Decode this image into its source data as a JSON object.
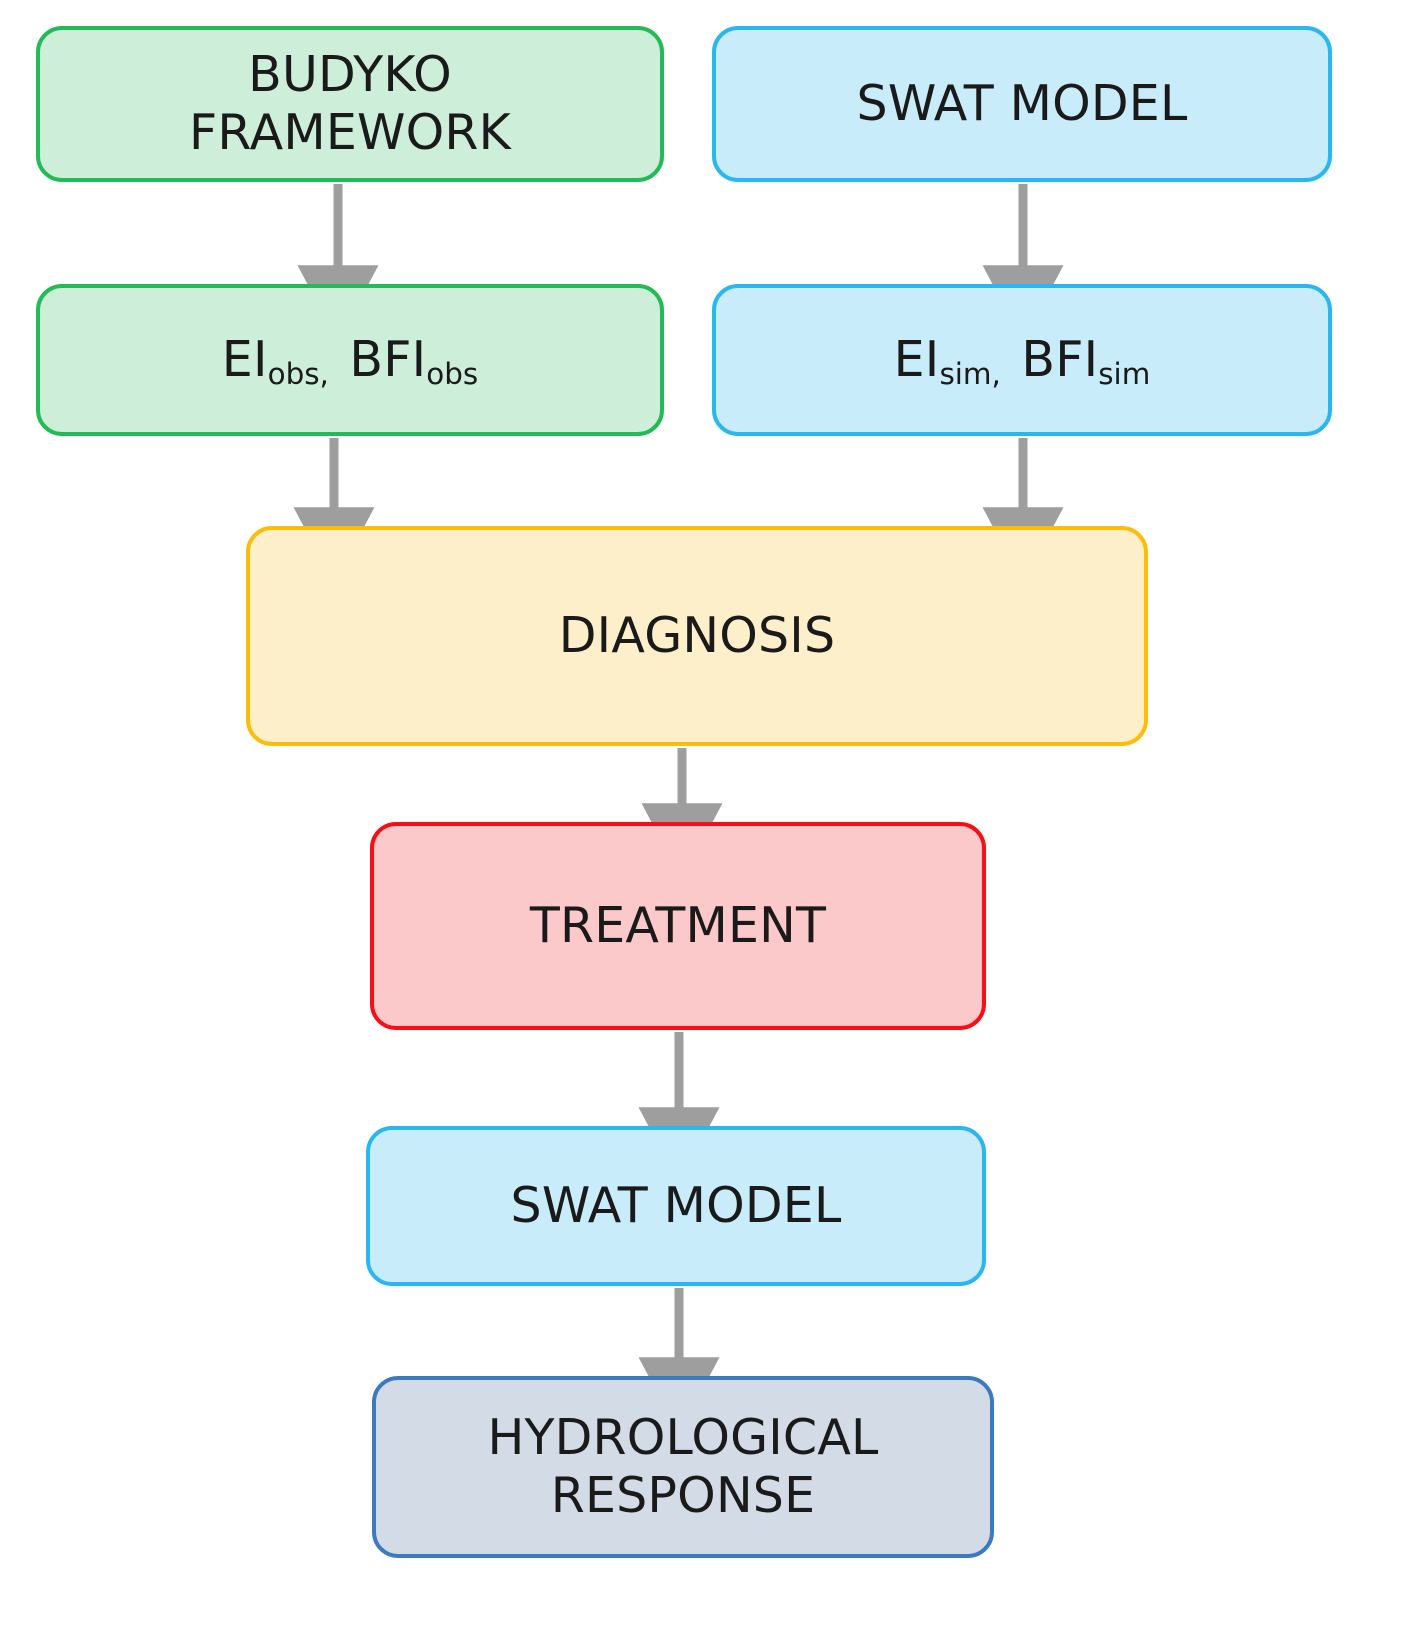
{
  "diagram": {
    "type": "flowchart",
    "title": "",
    "orientation": "top-to-bottom",
    "background_color": "#ffffff",
    "arrow_color": "#9e9e9e",
    "text_color": "#1a1a1a",
    "nodes": [
      {
        "id": "budyko",
        "label": "BUDYKO\nFRAMEWORK",
        "fill_color": "#cdeed9",
        "border_color": "#22bb55"
      },
      {
        "id": "swat_top",
        "label": "SWAT MODEL",
        "fill_color": "#c8ecfa",
        "border_color": "#2ab6f0"
      },
      {
        "id": "obs",
        "label": "EI_obs, BFI_obs",
        "base_1": "EI",
        "sub_1": "obs,",
        "base_2": "BFI",
        "sub_2": "obs",
        "fill_color": "#cdeed9",
        "border_color": "#22bb55"
      },
      {
        "id": "sim",
        "label": "EI_sim, BFI_sim",
        "base_1": "EI",
        "sub_1": "sim,",
        "base_2": "BFI",
        "sub_2": "sim",
        "fill_color": "#c8ecfa",
        "border_color": "#2ab6f0"
      },
      {
        "id": "diagnosis",
        "label": "DIAGNOSIS",
        "fill_color": "#fdefc9",
        "border_color": "#fcbd0a"
      },
      {
        "id": "treatment",
        "label": "TREATMENT",
        "fill_color": "#fcc9cb",
        "border_color": "#fb0d15"
      },
      {
        "id": "swat_bottom",
        "label": "SWAT MODEL",
        "fill_color": "#c8ecfa",
        "border_color": "#2ab6f0"
      },
      {
        "id": "hydrological",
        "label": "HYDROLOGICAL\nRESPONSE",
        "fill_color": "#d3dce6",
        "border_color": "#3b7ac0"
      }
    ],
    "edges": [
      {
        "id": "e1",
        "from": "budyko",
        "to": "obs",
        "label": ""
      },
      {
        "id": "e2",
        "from": "swat_top",
        "to": "sim",
        "label": ""
      },
      {
        "id": "e3",
        "from": "obs",
        "to": "diagnosis",
        "label": ""
      },
      {
        "id": "e4",
        "from": "sim",
        "to": "diagnosis",
        "label": ""
      },
      {
        "id": "e5",
        "from": "diagnosis",
        "to": "treatment",
        "label": ""
      },
      {
        "id": "e6",
        "from": "treatment",
        "to": "swat_bottom",
        "label": ""
      },
      {
        "id": "e7",
        "from": "swat_bottom",
        "to": "hydrological",
        "label": ""
      }
    ]
  }
}
